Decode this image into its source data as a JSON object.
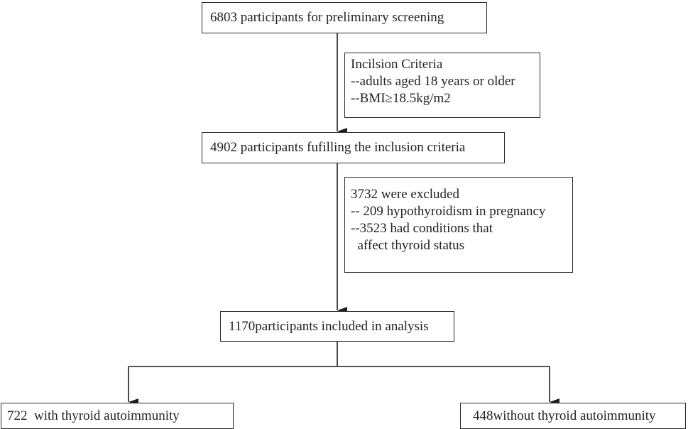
{
  "flowchart": {
    "screening": "6803 participants for preliminary screening",
    "inclusion_criteria": {
      "title": "Incilsion Criteria",
      "items": [
        "--adults aged 18 years or older",
        "--BMI≥18.5kg/m2"
      ]
    },
    "fulfilling": "4902 participants fufilling the inclusion criteria",
    "excluded": {
      "title": "3732 were excluded",
      "items": [
        "-- 209 hypothyroidism in pregnancy",
        "--3523 had conditions that",
        "  affect thyroid status"
      ]
    },
    "analysis": "1170participants included in analysis",
    "with_autoimmunity": "722  with thyroid autoimmunity",
    "without_autoimmunity": "448without thyroid autoimmunity"
  },
  "colors": {
    "stroke": "#2a2a2a",
    "text": "#222222",
    "background": "#ffffff"
  }
}
